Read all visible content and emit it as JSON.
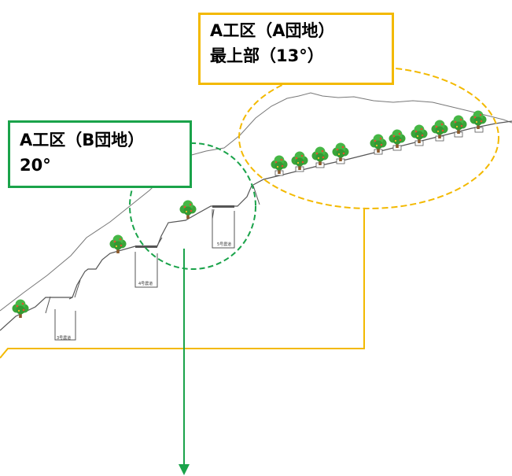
{
  "labels": {
    "a_area": {
      "line1": "A工区（A団地）",
      "line2": "最上部（13°）"
    },
    "b_area": {
      "line1": "A工区（B団地）",
      "line2": "20°"
    }
  },
  "roads": [
    "3号農道",
    "4号農道",
    "5号農道"
  ],
  "colors": {
    "a_area": "#f3b900",
    "b_area": "#1aa34a",
    "terrain": "#666666"
  },
  "icons": [
    "tree-icon"
  ]
}
